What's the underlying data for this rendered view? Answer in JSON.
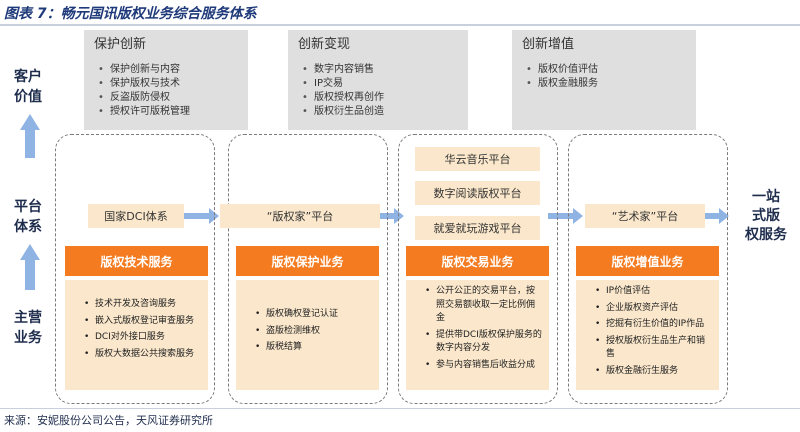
{
  "figure": {
    "title": "图表 7：畅元国讯版权业务综合服务体系",
    "source": "来源：安妮股份公司公告，天风证券研究所"
  },
  "rows": {
    "customer_value": [
      "客户",
      "价值"
    ],
    "platform": [
      "平台",
      "体系"
    ],
    "main_business": [
      "主营",
      "业务"
    ]
  },
  "value_boxes": [
    {
      "title": "保护创新",
      "items": [
        "保护创新与内容",
        "保护版权与技术",
        "反盗版防侵权",
        "授权许可版税管理"
      ]
    },
    {
      "title": "创新变现",
      "items": [
        "数字内容销售",
        "IP交易",
        "版权授权再创作",
        "版权衍生品创造"
      ]
    },
    {
      "title": "创新增值",
      "items": [
        "版权价值评估",
        "版权金融服务"
      ]
    }
  ],
  "platforms": {
    "dci": "国家DCI体系",
    "banquanjia": "“版权家”平台",
    "trade_platforms": [
      "华云音乐平台",
      "数字阅读版权平台",
      "就爱就玩游戏平台"
    ],
    "yishujia": "“艺术家”平台",
    "outcome": [
      "一站",
      "式版",
      "权服务"
    ]
  },
  "services": [
    {
      "title": "版权技术服务",
      "items": [
        "技术开发及咨询服务",
        "嵌入式版权登记审查服务",
        "DCI对外接口服务",
        "版权大数据公共搜索服务"
      ]
    },
    {
      "title": "版权保护业务",
      "items": [
        "版权确权登记认证",
        "盗版检测维权",
        "版税结算"
      ]
    },
    {
      "title": "版权交易业务",
      "items": [
        "公开公正的交易平台，按照交易额收取一定比例佣金",
        "提供带DCI版权保护服务的数字内容分发",
        "参与内容销售后收益分成"
      ]
    },
    {
      "title": "版权增值业务",
      "items": [
        "IP价值评估",
        "企业版权资产评估",
        "挖掘有衍生价值的IP作品",
        "授权版权衍生品生产和销售",
        "版权金融衍生服务"
      ]
    }
  ],
  "colors": {
    "accent_orange": "#f47b20",
    "light_orange": "#fbe8cc",
    "arrow_blue": "#8fb4e3",
    "value_gray": "#dfdfdf",
    "title_blue": "#1f3a7a"
  }
}
